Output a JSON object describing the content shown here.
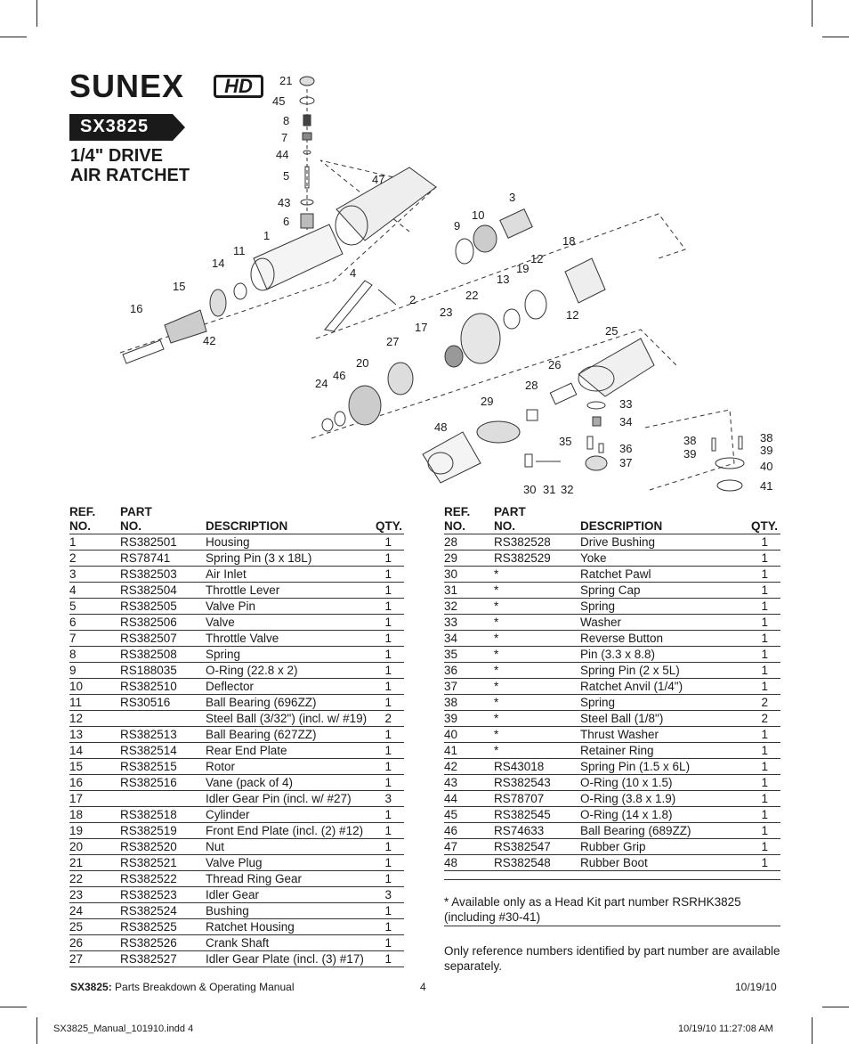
{
  "brand": {
    "name": "SUNEX",
    "suffix": "HD"
  },
  "model": "SX3825",
  "title_lines": [
    "1/4\" DRIVE",
    "AIR RATCHET"
  ],
  "diagram_labels": [
    "21",
    "45",
    "8",
    "7",
    "44",
    "5",
    "43",
    "6",
    "47",
    "3",
    "10",
    "9",
    "1",
    "11",
    "14",
    "15",
    "16",
    "42",
    "4",
    "2",
    "18",
    "12",
    "19",
    "13",
    "22",
    "12",
    "23",
    "17",
    "27",
    "20",
    "46",
    "24",
    "25",
    "26",
    "28",
    "29",
    "33",
    "34",
    "48",
    "35",
    "36",
    "37",
    "38",
    "39",
    "38",
    "39",
    "40",
    "41",
    "30",
    "31",
    "32"
  ],
  "table_headers": {
    "ref": [
      "REF.",
      "NO."
    ],
    "part": [
      "PART",
      "NO."
    ],
    "description": "DESCRIPTION",
    "qty": "QTY."
  },
  "left_rows": [
    {
      "ref": "1",
      "part": "RS382501",
      "desc": "Housing",
      "qty": "1"
    },
    {
      "ref": "2",
      "part": "RS78741",
      "desc": "Spring Pin (3 x 18L)",
      "qty": "1"
    },
    {
      "ref": "3",
      "part": "RS382503",
      "desc": "Air Inlet",
      "qty": "1"
    },
    {
      "ref": "4",
      "part": "RS382504",
      "desc": "Throttle Lever",
      "qty": "1"
    },
    {
      "ref": "5",
      "part": "RS382505",
      "desc": "Valve Pin",
      "qty": "1"
    },
    {
      "ref": "6",
      "part": "RS382506",
      "desc": "Valve",
      "qty": "1"
    },
    {
      "ref": "7",
      "part": "RS382507",
      "desc": "Throttle Valve",
      "qty": "1"
    },
    {
      "ref": "8",
      "part": "RS382508",
      "desc": "Spring",
      "qty": "1"
    },
    {
      "ref": "9",
      "part": "RS188035",
      "desc": "O-Ring (22.8 x 2)",
      "qty": "1"
    },
    {
      "ref": "10",
      "part": "RS382510",
      "desc": "Deflector",
      "qty": "1"
    },
    {
      "ref": "11",
      "part": "RS30516",
      "desc": "Ball Bearing (696ZZ)",
      "qty": "1"
    },
    {
      "ref": "12",
      "part": "",
      "desc": "Steel Ball (3/32\") (incl. w/ #19)",
      "qty": "2"
    },
    {
      "ref": "13",
      "part": "RS382513",
      "desc": "Ball Bearing (627ZZ)",
      "qty": "1"
    },
    {
      "ref": "14",
      "part": "RS382514",
      "desc": "Rear End Plate",
      "qty": "1"
    },
    {
      "ref": "15",
      "part": "RS382515",
      "desc": "Rotor",
      "qty": "1"
    },
    {
      "ref": "16",
      "part": "RS382516",
      "desc": "Vane (pack of 4)",
      "qty": "1"
    },
    {
      "ref": "17",
      "part": "",
      "desc": "Idler Gear Pin (incl. w/ #27)",
      "qty": "3"
    },
    {
      "ref": "18",
      "part": "RS382518",
      "desc": "Cylinder",
      "qty": "1"
    },
    {
      "ref": "19",
      "part": "RS382519",
      "desc": "Front End Plate (incl. (2) #12)",
      "qty": "1"
    },
    {
      "ref": "20",
      "part": "RS382520",
      "desc": "Nut",
      "qty": "1"
    },
    {
      "ref": "21",
      "part": "RS382521",
      "desc": "Valve Plug",
      "qty": "1"
    },
    {
      "ref": "22",
      "part": "RS382522",
      "desc": "Thread Ring Gear",
      "qty": "1"
    },
    {
      "ref": "23",
      "part": "RS382523",
      "desc": "Idler Gear",
      "qty": "3"
    },
    {
      "ref": "24",
      "part": "RS382524",
      "desc": "Bushing",
      "qty": "1"
    },
    {
      "ref": "25",
      "part": "RS382525",
      "desc": "Ratchet Housing",
      "qty": "1"
    },
    {
      "ref": "26",
      "part": "RS382526",
      "desc": "Crank Shaft",
      "qty": "1"
    },
    {
      "ref": "27",
      "part": "RS382527",
      "desc": "Idler Gear Plate (incl. (3) #17)",
      "qty": "1"
    }
  ],
  "right_rows": [
    {
      "ref": "28",
      "part": "RS382528",
      "desc": "Drive Bushing",
      "qty": "1"
    },
    {
      "ref": "29",
      "part": "RS382529",
      "desc": "Yoke",
      "qty": "1"
    },
    {
      "ref": "30",
      "part": "*",
      "desc": "Ratchet Pawl",
      "qty": "1"
    },
    {
      "ref": "31",
      "part": "*",
      "desc": "Spring Cap",
      "qty": "1"
    },
    {
      "ref": "32",
      "part": "*",
      "desc": "Spring",
      "qty": "1"
    },
    {
      "ref": "33",
      "part": "*",
      "desc": "Washer",
      "qty": "1"
    },
    {
      "ref": "34",
      "part": "*",
      "desc": "Reverse Button",
      "qty": "1"
    },
    {
      "ref": "35",
      "part": "*",
      "desc": "Pin (3.3 x 8.8)",
      "qty": "1"
    },
    {
      "ref": "36",
      "part": "*",
      "desc": "Spring Pin (2 x 5L)",
      "qty": "1"
    },
    {
      "ref": "37",
      "part": "*",
      "desc": "Ratchet Anvil (1/4\")",
      "qty": "1"
    },
    {
      "ref": "38",
      "part": "*",
      "desc": "Spring",
      "qty": "2"
    },
    {
      "ref": "39",
      "part": "*",
      "desc": "Steel Ball (1/8\")",
      "qty": "2"
    },
    {
      "ref": "40",
      "part": "*",
      "desc": "Thrust Washer",
      "qty": "1"
    },
    {
      "ref": "41",
      "part": "*",
      "desc": "Retainer Ring",
      "qty": "1"
    },
    {
      "ref": "42",
      "part": "RS43018",
      "desc": "Spring Pin (1.5 x 6L)",
      "qty": "1"
    },
    {
      "ref": "43",
      "part": "RS382543",
      "desc": "O-Ring (10 x 1.5)",
      "qty": "1"
    },
    {
      "ref": "44",
      "part": "RS78707",
      "desc": "O-Ring (3.8 x 1.9)",
      "qty": "1"
    },
    {
      "ref": "45",
      "part": "RS382545",
      "desc": "O-Ring (14 x 1.8)",
      "qty": "1"
    },
    {
      "ref": "46",
      "part": "RS74633",
      "desc": "Ball Bearing (689ZZ)",
      "qty": "1"
    },
    {
      "ref": "47",
      "part": "RS382547",
      "desc": "Rubber Grip",
      "qty": "1"
    },
    {
      "ref": "48",
      "part": "RS382548",
      "desc": "Rubber Boot",
      "qty": "1"
    }
  ],
  "note_head_kit": "* Available only as a Head Kit part number RSRHK3825 (including #30-41)",
  "note_separate": "Only reference numbers identified by part number are available separately.",
  "footer": {
    "model": "SX3825:",
    "doc_title": "Parts Breakdown & Operating Manual",
    "page": "4",
    "date": "10/19/10"
  },
  "slug": {
    "file": "SX3825_Manual_101910.indd   4",
    "timestamp": "10/19/10   11:27:08 AM"
  }
}
